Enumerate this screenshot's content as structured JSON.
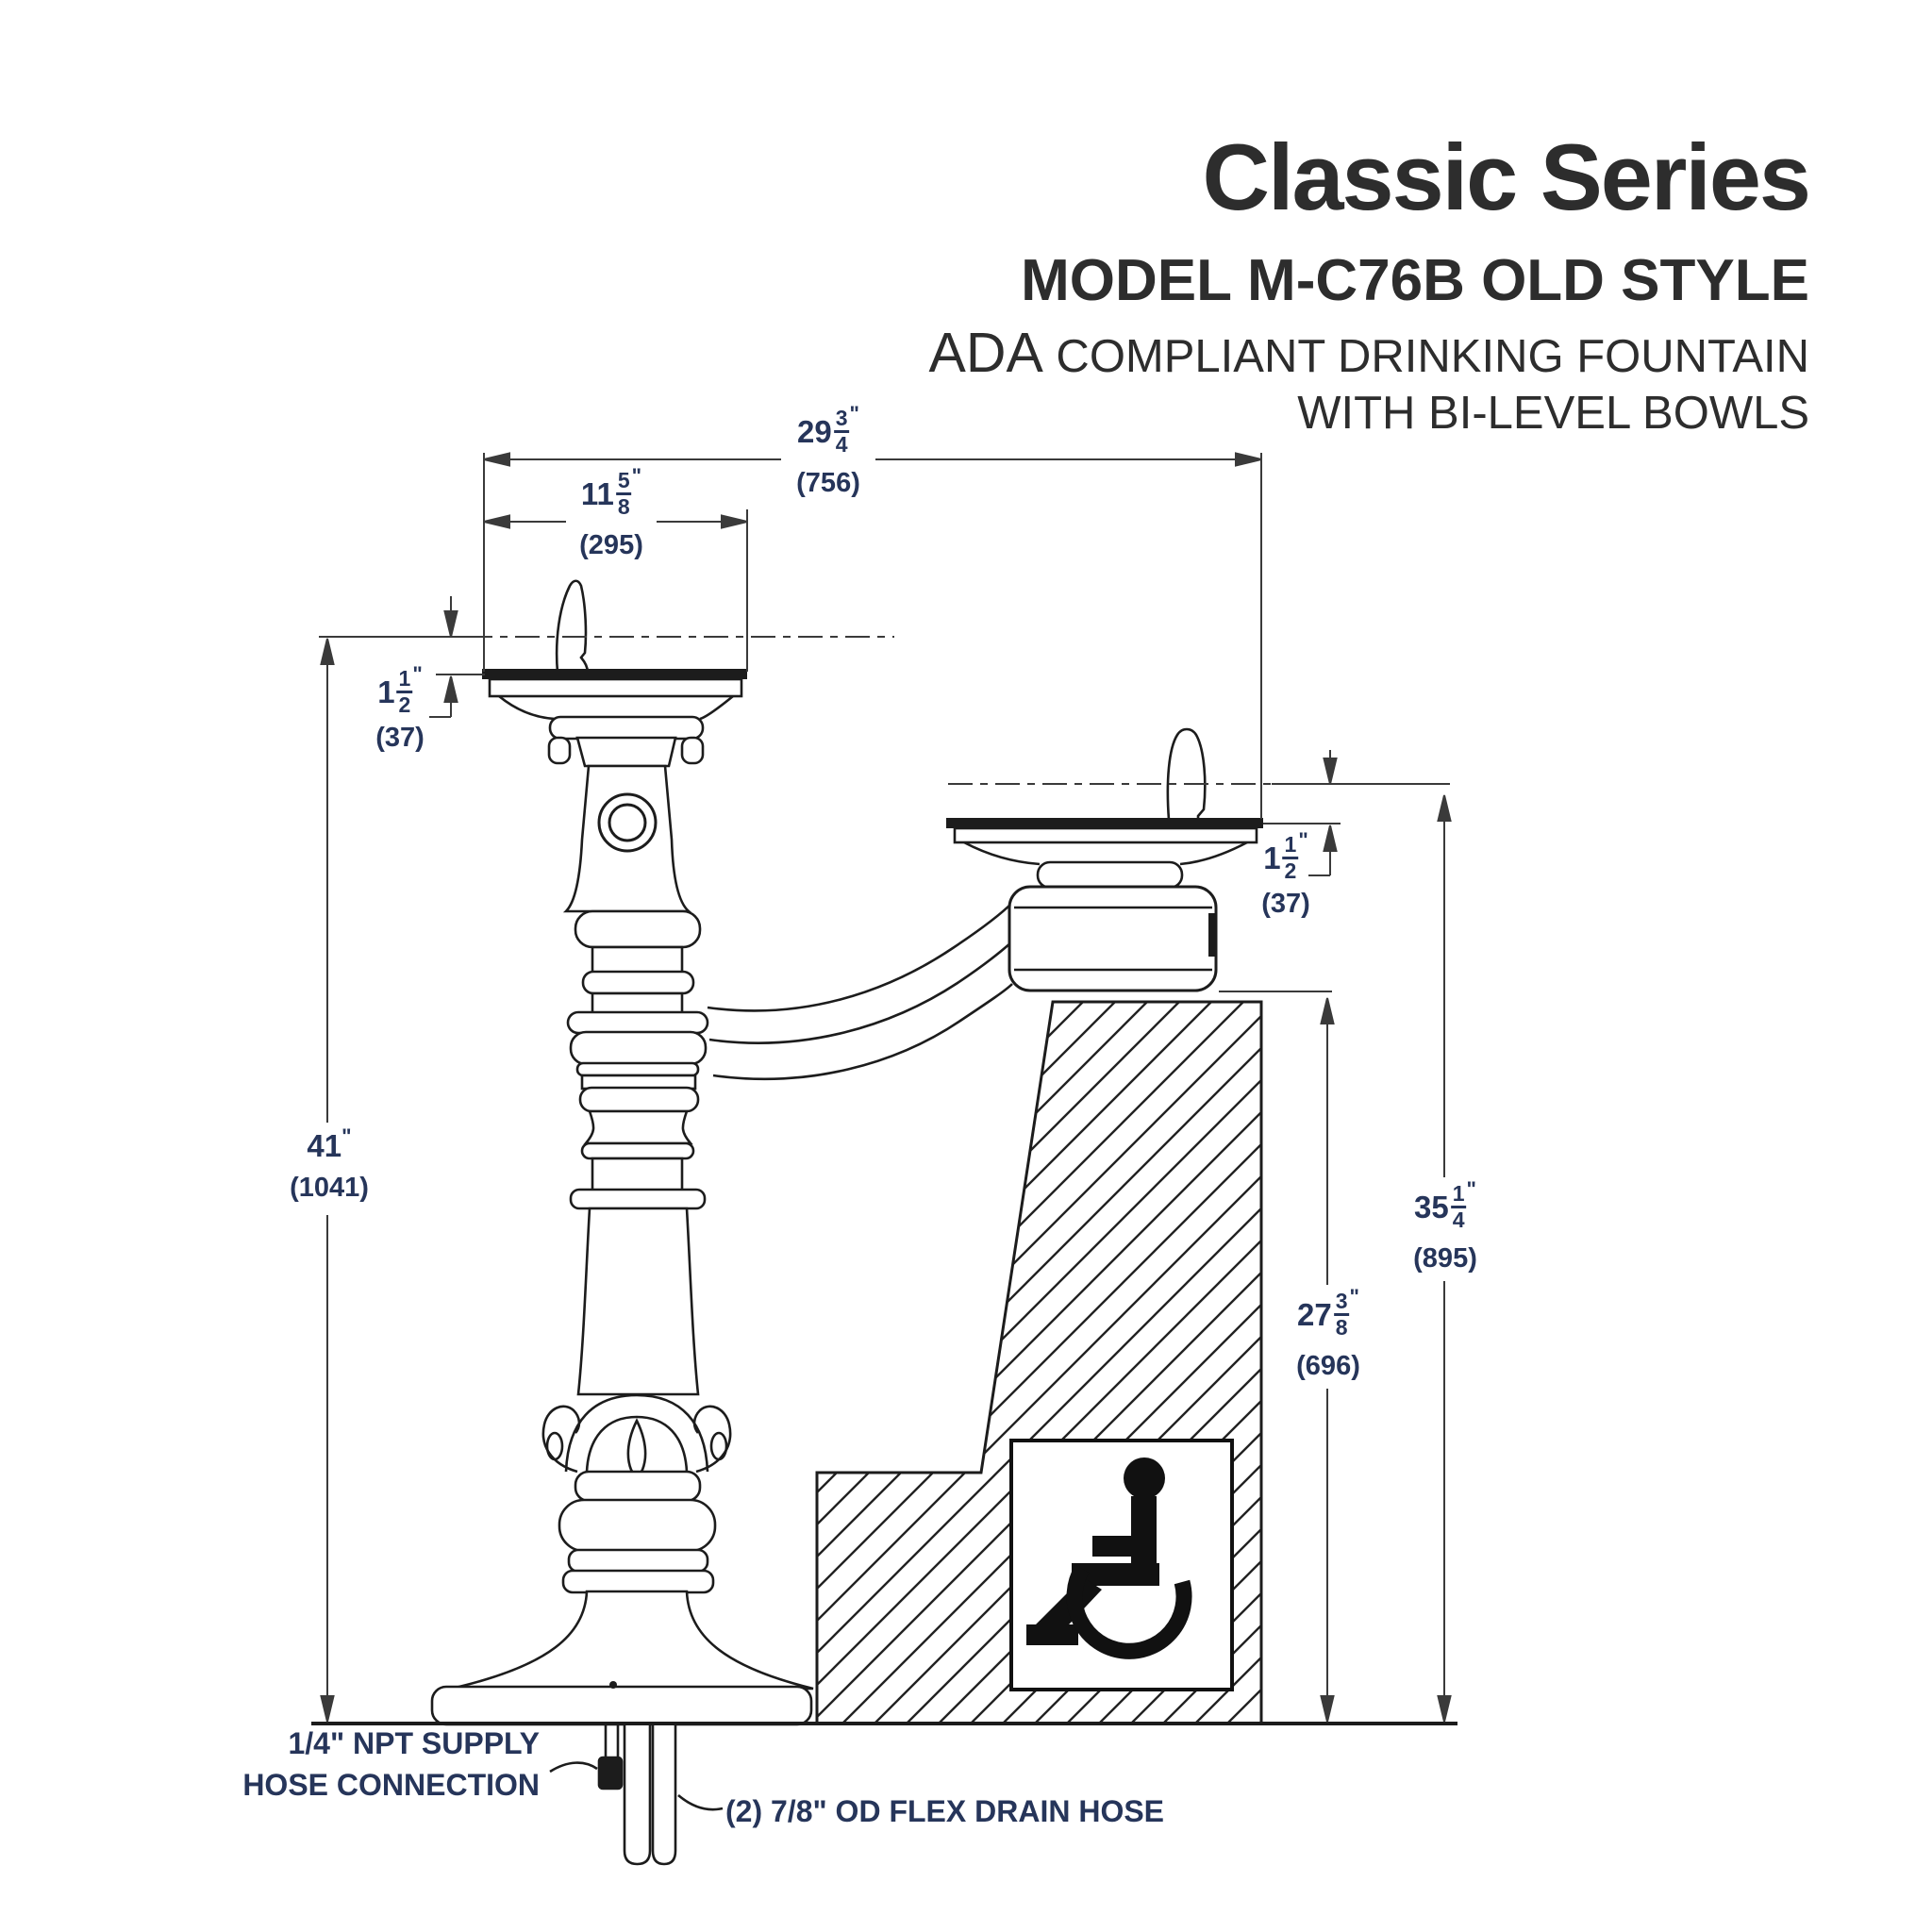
{
  "header": {
    "title": "Classic Series",
    "model": "MODEL M-C76B OLD STYLE",
    "ada_prefix": "ADA",
    "ada_rest": " COMPLIANT DRINKING FOUNTAIN",
    "subtitle2": "WITH BI-LEVEL BOWLS"
  },
  "dimensions": {
    "width_overall": {
      "whole": "29",
      "num": "3",
      "den": "4",
      "unit": "\"",
      "mm": "(756)"
    },
    "width_bowl": {
      "whole": "11",
      "num": "5",
      "den": "8",
      "unit": "\"",
      "mm": "(295)"
    },
    "rim_high": {
      "whole": "1",
      "num": "1",
      "den": "2",
      "unit": "\"",
      "mm": "(37)"
    },
    "height_overall": {
      "whole": "41",
      "unit": "\"",
      "mm": "(1041)"
    },
    "rim_low": {
      "whole": "1",
      "num": "1",
      "den": "2",
      "unit": "\"",
      "mm": "(37)"
    },
    "height_low_bowl": {
      "whole": "27",
      "num": "3",
      "den": "8",
      "unit": "\"",
      "mm": "(696)"
    },
    "height_low_overall": {
      "whole": "35",
      "num": "1",
      "den": "4",
      "unit": "\"",
      "mm": "(895)"
    }
  },
  "notes": {
    "supply_line1": "1/4\" NPT SUPPLY",
    "supply_line2": "HOSE CONNECTION",
    "drain": "(2) 7/8\" OD FLEX DRAIN HOSE"
  },
  "icons": {
    "accessibility": "wheelchair-symbol"
  },
  "colors": {
    "dimension_text": "#26355a",
    "line_work": "#1c1c1c",
    "paper": "#ffffff"
  }
}
